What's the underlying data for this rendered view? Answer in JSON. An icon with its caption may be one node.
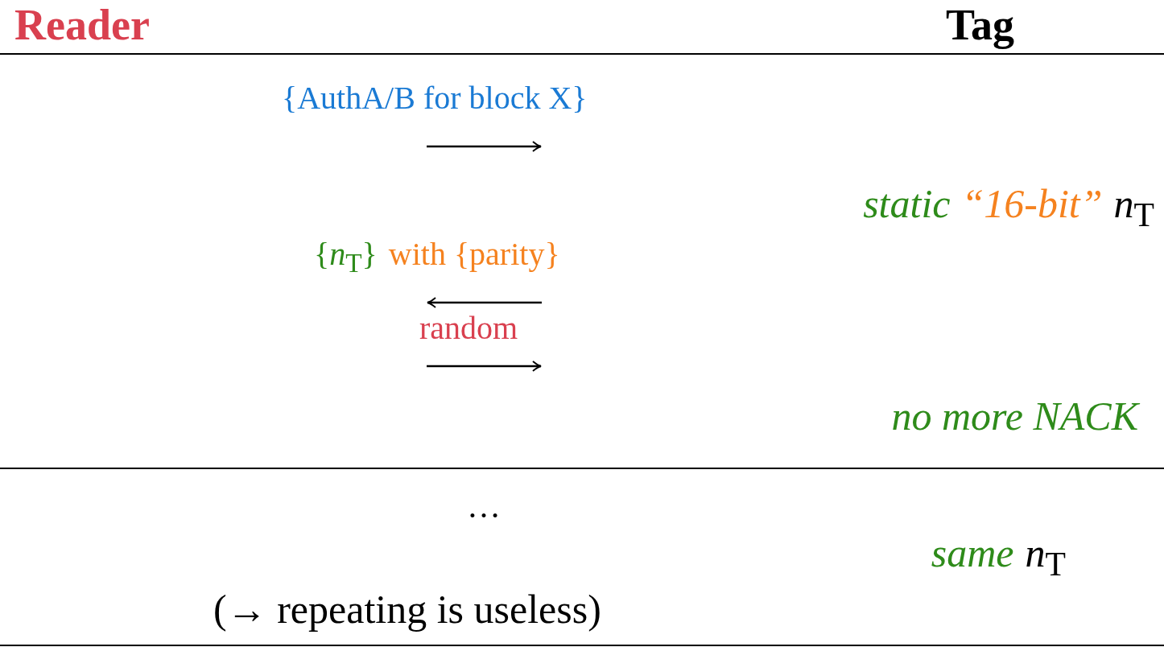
{
  "diagram": {
    "labels": [
      "Reader",
      "Tag",
      "{AuthA/B for block X}",
      "static",
      "“16-bit”",
      "*n*$_{T}$",
      "{*n*$_{T}$}",
      "with {parity}",
      "random",
      "no more NACK",
      "…",
      "same",
      "*n*$_{T}$",
      "(→ repeating is useless)"
    ]
  }
}
